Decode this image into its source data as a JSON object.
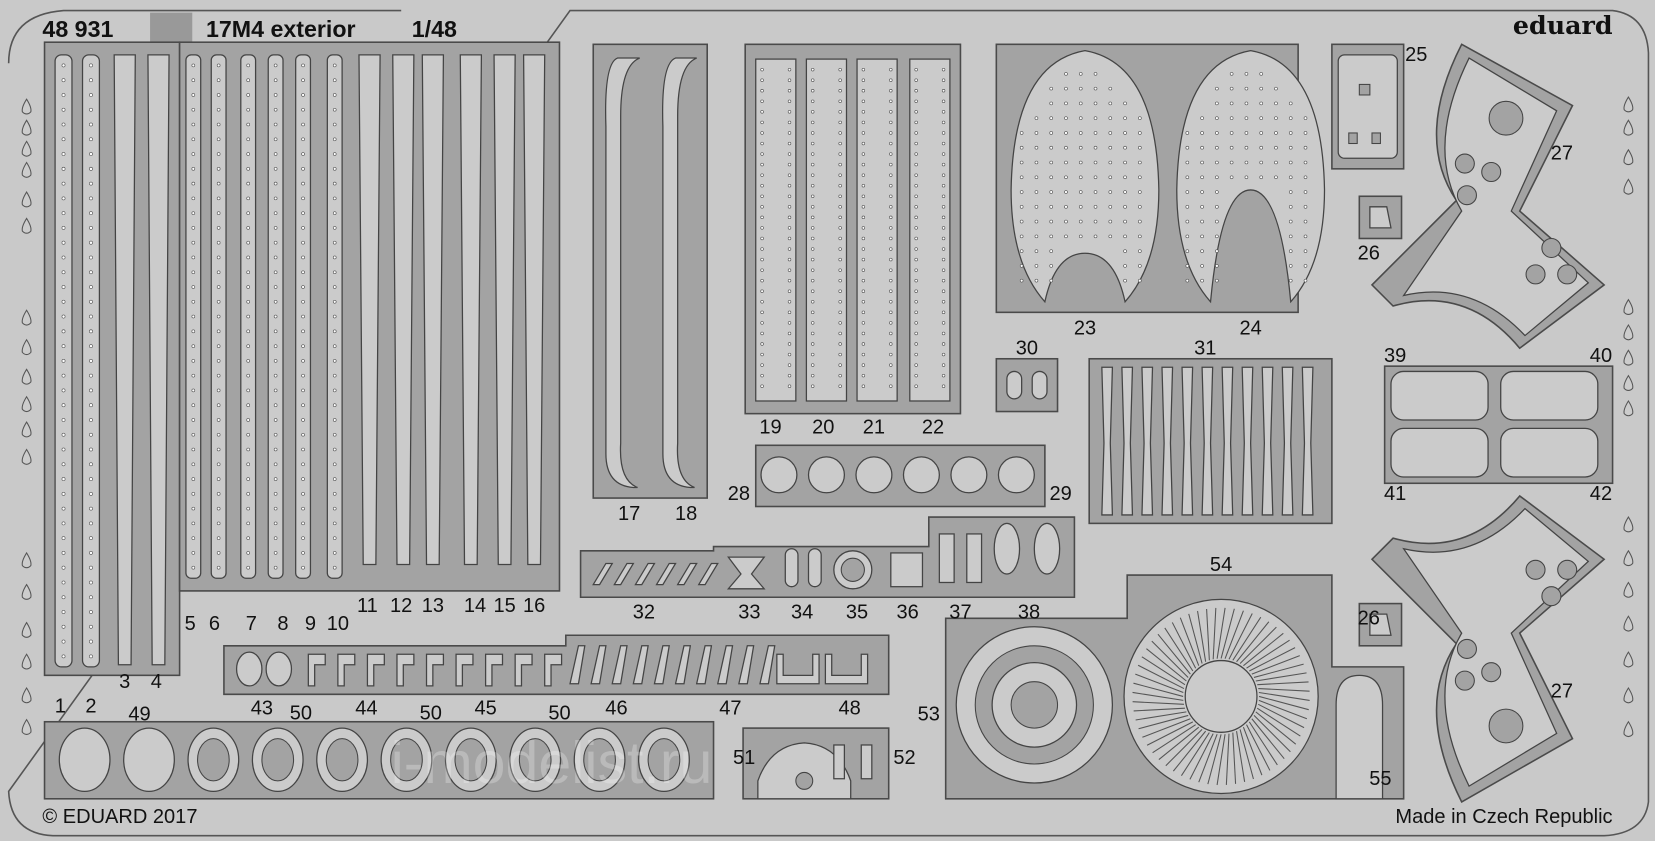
{
  "header": {
    "code": "48 931",
    "title": "17M4 exterior",
    "scale": "1/48",
    "brand": "eduard"
  },
  "footer": {
    "copyright": "© EDUARD 2017",
    "origin": "Made in Czech Republic"
  },
  "watermark": "i-modelist.ru",
  "labels": {
    "p1": "1",
    "p2": "2",
    "p3": "3",
    "p4": "4",
    "p5": "5",
    "p6": "6",
    "p7": "7",
    "p8": "8",
    "p9": "9",
    "p10": "10",
    "p11": "11",
    "p12": "12",
    "p13": "13",
    "p14": "14",
    "p15": "15",
    "p16": "16",
    "p17": "17",
    "p18": "18",
    "p19": "19",
    "p20": "20",
    "p21": "21",
    "p22": "22",
    "p23": "23",
    "p24": "24",
    "p25": "25",
    "p26": "26",
    "p27": "27",
    "p28": "28",
    "p29": "29",
    "p30": "30",
    "p31": "31",
    "p32": "32",
    "p33": "33",
    "p34": "34",
    "p35": "35",
    "p36": "36",
    "p37": "37",
    "p38": "38",
    "p39": "39",
    "p40": "40",
    "p41": "41",
    "p42": "42",
    "p43": "43",
    "p44": "44",
    "p45": "45",
    "p46": "46",
    "p47": "47",
    "p48": "48",
    "p49": "49",
    "p50": "50",
    "p51": "51",
    "p52": "52",
    "p53": "53",
    "p54": "54",
    "p55": "55"
  },
  "colors": {
    "background": "#c9c9c9",
    "fret": "#a3a3a3",
    "part": "#cbcbcb",
    "outline": "#444444"
  }
}
